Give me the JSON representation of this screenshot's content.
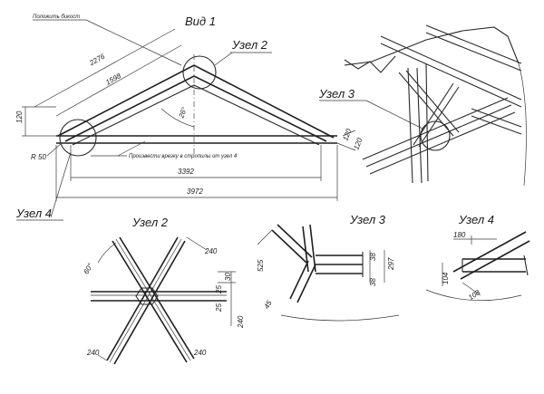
{
  "view": {
    "title": "Вид 1",
    "note_top": "Положить бикост",
    "note_mid": "Произвести врезку в стропилы от узел 4"
  },
  "node_labels": {
    "node2_main": "Узел 2",
    "node3_main": "Узел 3",
    "node4_main": "Узел 4"
  },
  "dims_view": {
    "overall_top": "2276",
    "rafter_len": "1598",
    "height_120_left": "120",
    "angle": "26°",
    "radius": "R 50",
    "h120_a": "120",
    "h120_b": "120",
    "span_inner": "3392",
    "span_outer": "3972"
  },
  "detail2": {
    "title": "Узел 2",
    "d240_tr": "240",
    "d60": "60°",
    "d30": "30",
    "d25_a": "25",
    "d25_b": "25",
    "d240_r": "240",
    "d240_bl": "240",
    "d240_br": "240"
  },
  "detail3": {
    "title": "Узел 3",
    "d38_a": "38",
    "d38_b": "38",
    "d297": "297",
    "d525": "525",
    "d45": "45"
  },
  "detail4": {
    "title": "Узел 4",
    "d180": "180",
    "d104": "104",
    "d108": "108"
  }
}
